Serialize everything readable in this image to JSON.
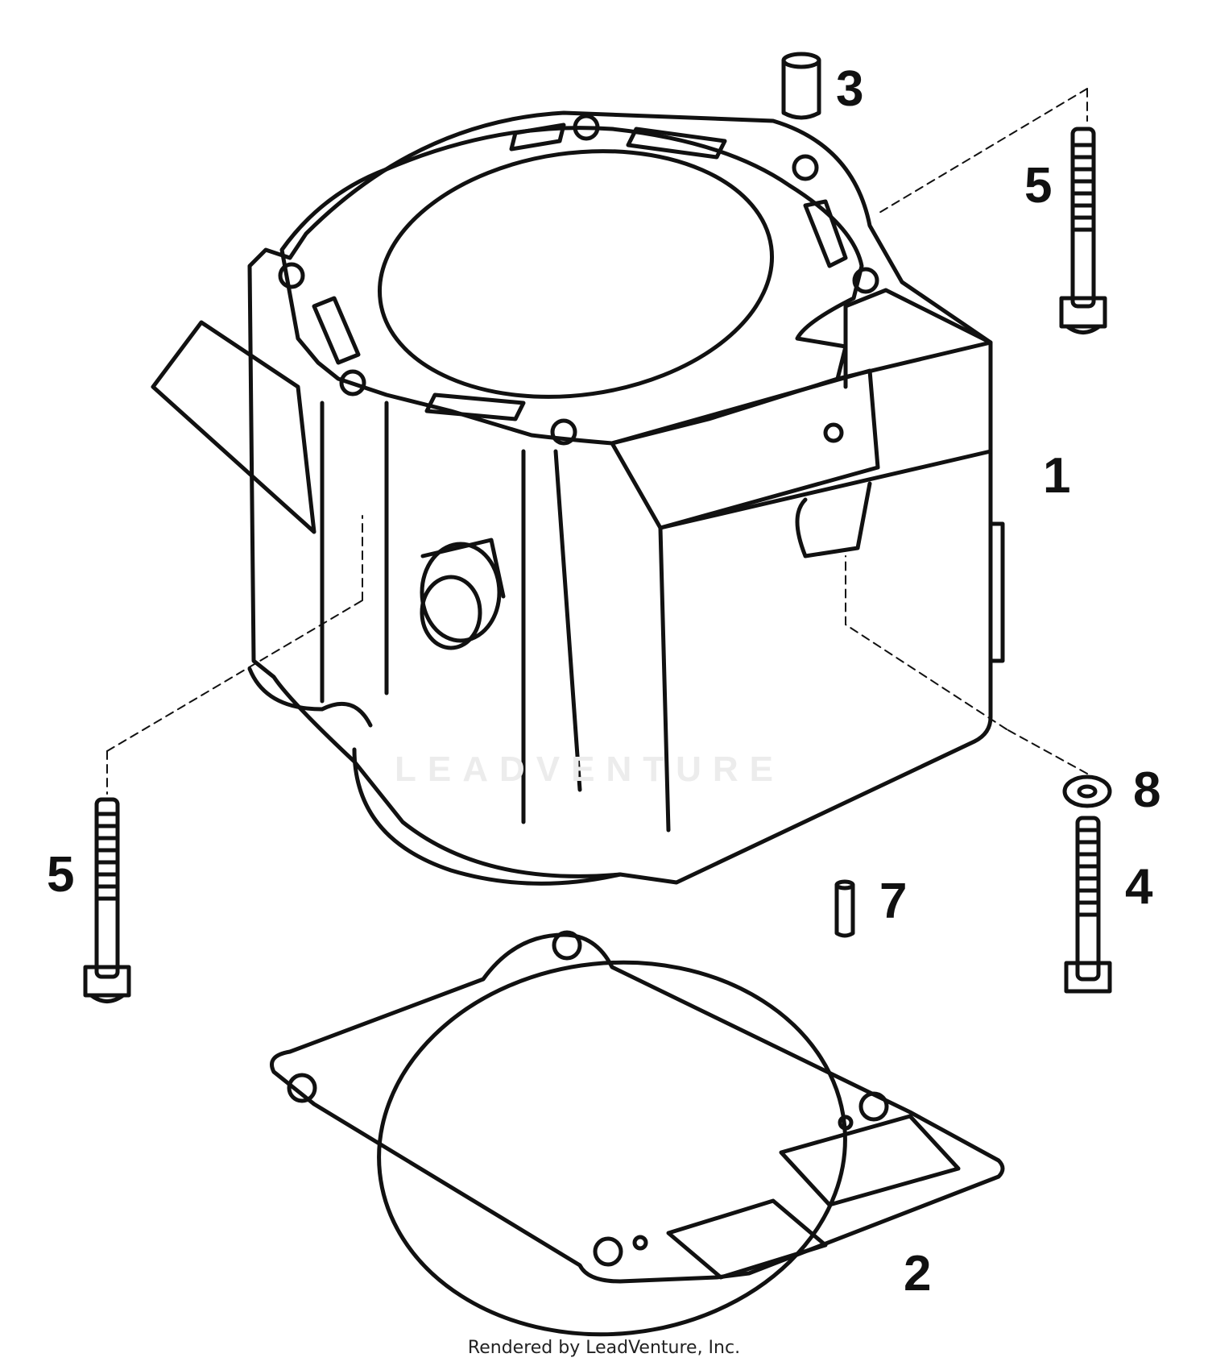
{
  "watermark": "LEADVENTURE",
  "footer": "Rendered by LeadVenture, Inc.",
  "callouts": {
    "c1": "1",
    "c2": "2",
    "c3": "3",
    "c4": "4",
    "c5_right": "5",
    "c5_left": "5",
    "c7": "7",
    "c8": "8"
  }
}
